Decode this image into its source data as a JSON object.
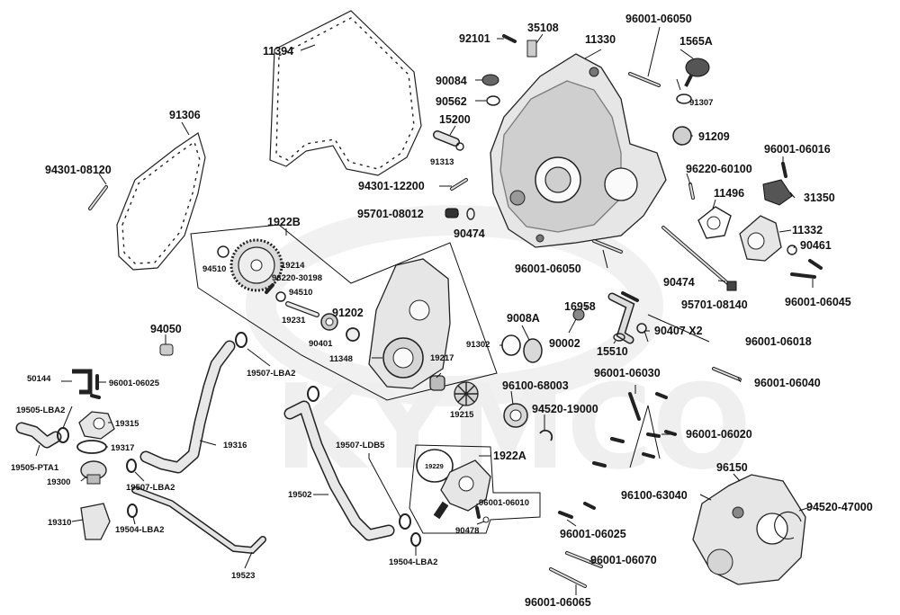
{
  "watermark": {
    "brand": "KYMCO"
  },
  "labels": {
    "l_11394": "11394",
    "l_91306": "91306",
    "l_94301_08120": "94301-08120",
    "l_92101": "92101",
    "l_35108": "35108",
    "l_11330": "11330",
    "l_96001_06050_top": "96001-06050",
    "l_1565A": "1565A",
    "l_91307": "91307",
    "l_90084": "90084",
    "l_90562": "90562",
    "l_15200": "15200",
    "l_91313": "91313",
    "l_91209": "91209",
    "l_96001_06016": "96001-06016",
    "l_96220_60100": "96220-60100",
    "l_94301_12200": "94301-12200",
    "l_11496": "11496",
    "l_31350": "31350",
    "l_1922B": "1922B",
    "l_95701_08012": "95701-08012",
    "l_90474_a": "90474",
    "l_11332": "11332",
    "l_90461": "90461",
    "l_94510_a": "94510",
    "l_19214": "19214",
    "l_96220_30198": "96220-30198",
    "l_94510_b": "94510",
    "l_96001_06050_mid": "96001-06050",
    "l_90474_b": "90474",
    "l_95701_08140": "95701-08140",
    "l_96001_06045": "96001-06045",
    "l_16958": "16958",
    "l_9008A": "9008A",
    "l_19231": "19231",
    "l_91202": "91202",
    "l_90401": "90401",
    "l_91302": "91302",
    "l_90002": "90002",
    "l_90407": "90407 X2",
    "l_15510": "15510",
    "l_96001_06018": "96001-06018",
    "l_94050": "94050",
    "l_11348": "11348",
    "l_19217": "19217",
    "l_96001_06030": "96001-06030",
    "l_96001_06040": "96001-06040",
    "l_50144": "50144",
    "l_96001_06025_a": "96001-06025",
    "l_19507_LBA2_a": "19507-LBA2",
    "l_96100_68003": "96100-68003",
    "l_19215": "19215",
    "l_94520_19000": "94520-19000",
    "l_19505_LBA2": "19505-LBA2",
    "l_19315": "19315",
    "l_96001_06020": "96001-06020",
    "l_19317": "19317",
    "l_19316": "19316",
    "l_19507_LDB5": "19507-LDB5",
    "l_1922A": "1922A",
    "l_19505_PTA1": "19505-PTA1",
    "l_19229": "19229",
    "l_96150": "96150",
    "l_19300": "19300",
    "l_19507_LBA2_b": "19507-LBA2",
    "l_96100_63040": "96100-63040",
    "l_94520_47000": "94520-47000",
    "l_19502": "19502",
    "l_96001_06010": "96001-06010",
    "l_19310": "19310",
    "l_19504_LBA2_a": "19504-LBA2",
    "l_90478": "90478",
    "l_96001_06025_b": "96001-06025",
    "l_19504_LBA2_b": "19504-LBA2",
    "l_19523": "19523",
    "l_96001_06070": "96001-06070",
    "l_96001_06065": "96001-06065"
  }
}
